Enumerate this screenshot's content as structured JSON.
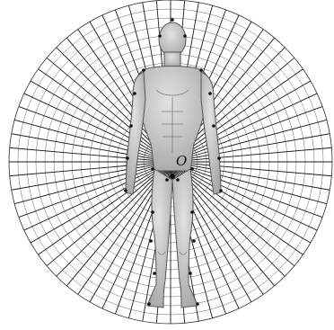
{
  "figure": {
    "origin_label": "O",
    "colors": {
      "background": "#ffffff",
      "rays": "#1a1a1a",
      "rings": "#222222",
      "body_fill": "#c9c9c9",
      "body_stroke": "#5a5a5a",
      "body_shade": "#9e9e9e",
      "landmarks": "#111111"
    },
    "ray_count": 72,
    "ring_count": 18
  }
}
